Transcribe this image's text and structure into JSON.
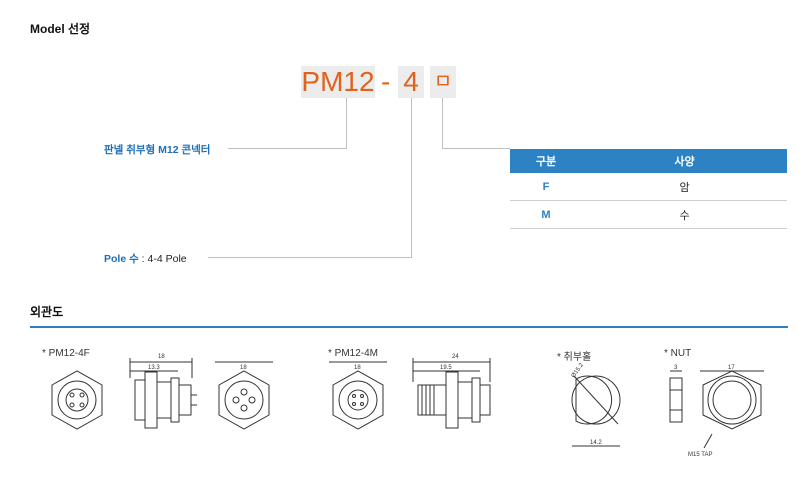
{
  "model_title": "Model 선정",
  "code": {
    "part1": "PM12",
    "dash": "-",
    "part2": "4",
    "part3": "ㅁ"
  },
  "labels": {
    "panel": "판넬 취부형 M12 콘넥터",
    "pole_prefix": "Pole 수",
    "pole_suffix": " : 4-4 Pole"
  },
  "spec_table": {
    "headers": [
      "구분",
      "사양"
    ],
    "rows": [
      {
        "key": "F",
        "value": "암"
      },
      {
        "key": "M",
        "value": "수"
      }
    ]
  },
  "drawing_title": "외관도",
  "drawings": {
    "pm12_4f": {
      "label": "* PM12-4F",
      "dim_total": "18",
      "dim_inner": "13.3",
      "dim_front": "18"
    },
    "pm12_4m": {
      "label": "* PM12-4M",
      "dim_front": "18",
      "dim_total": "24",
      "dim_inner": "19.5"
    },
    "hole": {
      "label": "* 취부홀",
      "dim_dia": "Ø15.2",
      "dim_flat": "14.2"
    },
    "nut": {
      "label": "* NUT",
      "dim_thick": "3",
      "dim_width": "17",
      "tap": "M15 TAP"
    }
  },
  "colors": {
    "accent_orange": "#e1621c",
    "accent_blue": "#2c82c3",
    "code_bg": "#ececec"
  }
}
